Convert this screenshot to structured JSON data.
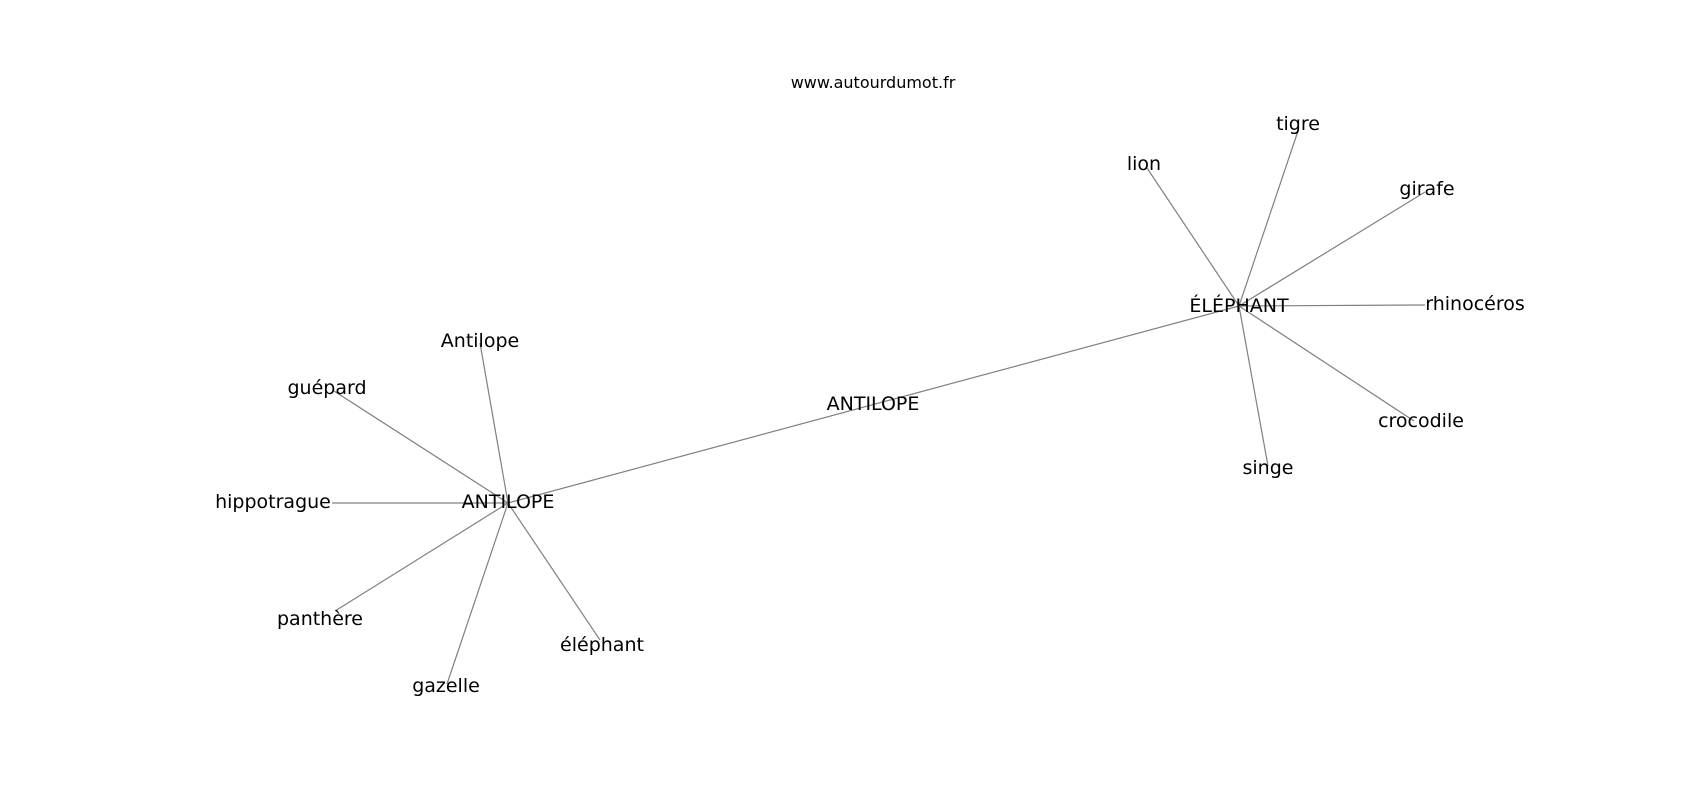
{
  "site": "www.autourdumot.fr",
  "center": "ANTILOPE",
  "hubs": [
    {
      "label": "ANTILOPE",
      "words": [
        "Antilope",
        "guépard",
        "hippotrague",
        "panthère",
        "gazelle",
        "éléphant"
      ]
    },
    {
      "label": "ÉLÉPHANT",
      "words": [
        "lion",
        "tigre",
        "girafe",
        "rhinocéros",
        "crocodile",
        "singe"
      ]
    }
  ],
  "colors": {
    "edge": "#808080",
    "text": "#000000",
    "background": "#ffffff"
  }
}
